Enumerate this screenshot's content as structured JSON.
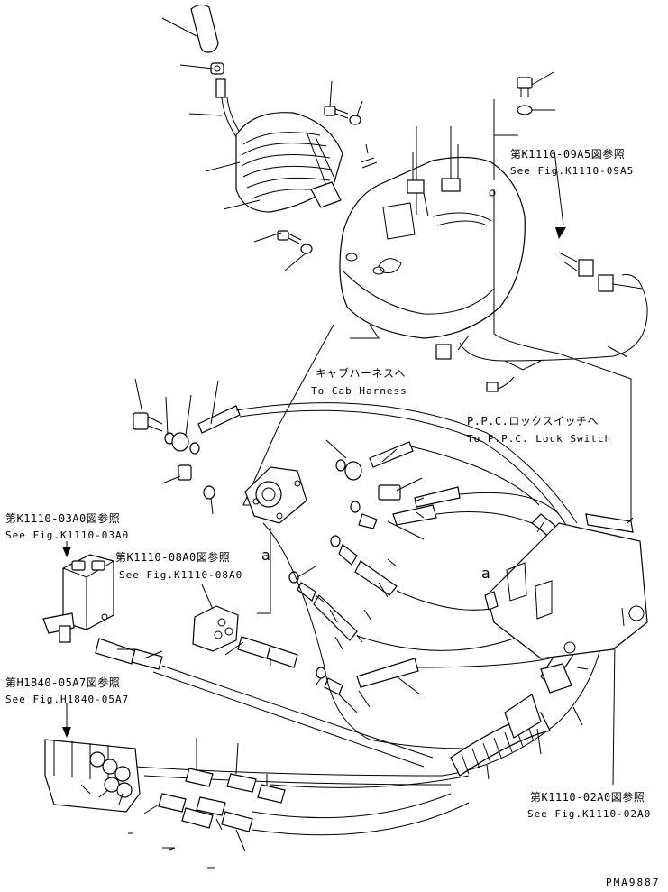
{
  "labels": {
    "ref_k111009a5_jp": "第K1110-09A5図参照",
    "ref_k111009a5_en": "See Fig.K1110-09A5",
    "cab_harness_jp": "キャブハーネスへ",
    "cab_harness_en": "To Cab Harness",
    "ppc_lock_jp": "P.P.C.ロックスイッチへ",
    "ppc_lock_en": "To P.P.C. Lock Switch",
    "ref_k111003a0_jp": "第K1110-03A0図参照",
    "ref_k111003a0_en": "See Fig.K1110-03A0",
    "ref_k111008a0_jp": "第K1110-08A0図参照",
    "ref_k111008a0_en": "See Fig.K1110-08A0",
    "marker_a1": "a",
    "marker_a2": "a",
    "ref_h184005a7_jp": "第H1840-05A7図参照",
    "ref_h184005a7_en": "See Fig.H1840-05A7",
    "ref_k111002a0_jp": "第K1110-02A0図参照",
    "ref_k111002a0_en": "See Fig.K1110-02A0",
    "drawing_code": "PMA9887"
  },
  "colors": {
    "ink": "#000000",
    "paper": "#ffffff"
  }
}
